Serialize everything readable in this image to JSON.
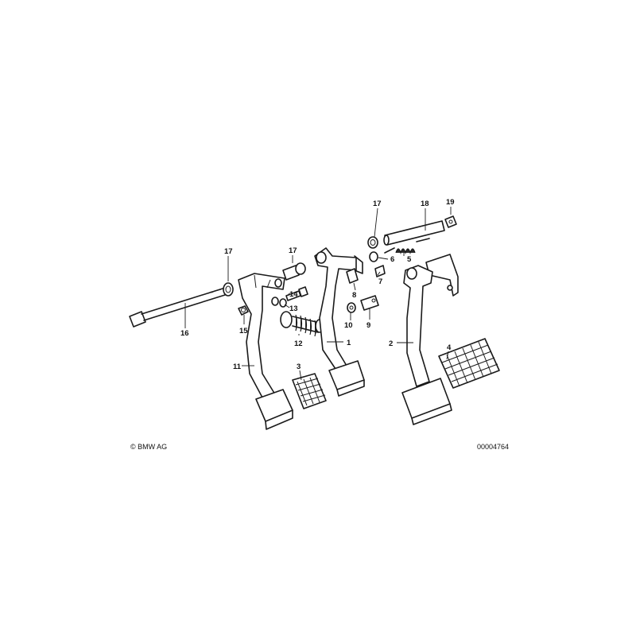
{
  "callouts": {
    "c1": "1",
    "c2": "2",
    "c3": "3",
    "c4": "4",
    "c5": "5",
    "c6": "6",
    "c7": "7",
    "c8": "8",
    "c9": "9",
    "c10": "10",
    "c11": "11",
    "c12": "12",
    "c13": "13",
    "c14": "14",
    "c15": "15",
    "c16": "16",
    "c17a": "17",
    "c17b": "17",
    "c17c": "17",
    "c18": "18",
    "c19": "19"
  },
  "footer": {
    "copyright": "© BMW AG",
    "drawing_number": "00004764"
  }
}
